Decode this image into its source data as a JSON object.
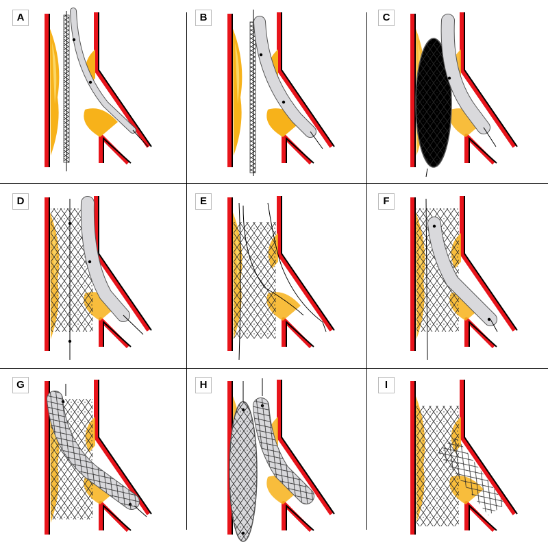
{
  "figure": {
    "panels": [
      {
        "label": "A",
        "stage": "guidewires-and-balloon-in-branch"
      },
      {
        "label": "B",
        "stage": "balloon-advanced-into-branch"
      },
      {
        "label": "C",
        "stage": "kissing-balloon-with-main-stent"
      },
      {
        "label": "D",
        "stage": "main-stent-deployed-branch-balloon"
      },
      {
        "label": "E",
        "stage": "main-stent-with-rewired-branch"
      },
      {
        "label": "F",
        "stage": "balloon-through-stent-struts-into-branch"
      },
      {
        "label": "G",
        "stage": "branch-stent-expanded"
      },
      {
        "label": "H",
        "stage": "final-kissing-balloon-inflation"
      },
      {
        "label": "I",
        "stage": "final-result-two-stents"
      }
    ],
    "colors": {
      "vessel_wall": "#e8141b",
      "vessel_outline": "#000000",
      "plaque": "#f7b21a",
      "plaque_light": "#fbd666",
      "balloon_fill": "#d9d9dc",
      "stent_mesh": "#2a2a2a",
      "background": "#ffffff"
    }
  }
}
